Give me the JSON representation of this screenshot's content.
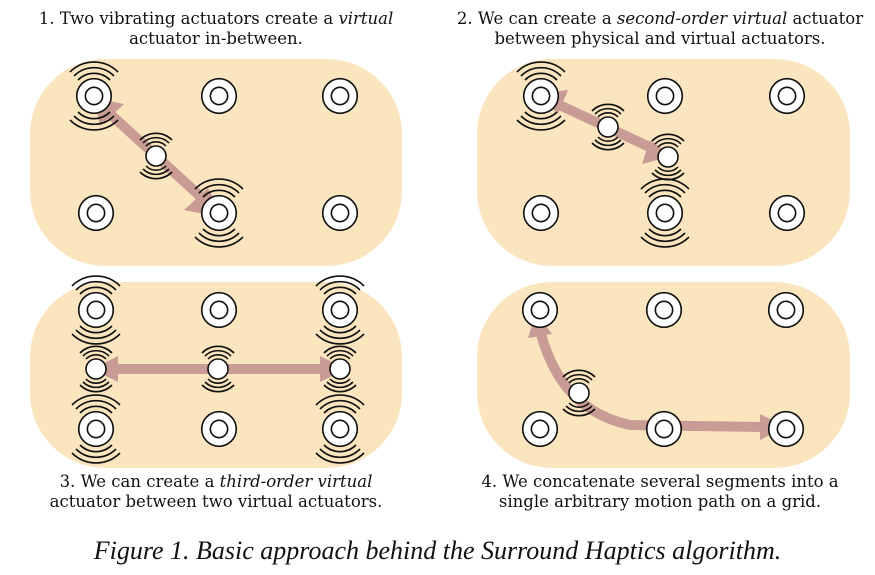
{
  "colors": {
    "panel": "#fae5bf",
    "arrow": "#c89b94",
    "ring": "#111111",
    "actuator_fill": "#ffffff"
  },
  "panels": [
    {
      "caption": {
        "pre": "1. Two vibrating actuators create a ",
        "em": "virtual",
        "post": "",
        "line2": "actuator in-between."
      }
    },
    {
      "caption": {
        "pre": "2. We can create a ",
        "em": "second-order virtual",
        "post": " actuator",
        "line2": "between physical and virtual actuators."
      }
    },
    {
      "caption": {
        "pre": "3. We can create a ",
        "em": "third-order virtual",
        "post": "",
        "line2": "actuator between two virtual actuators."
      }
    },
    {
      "caption": {
        "pre": "4. We concatenate several segments into a",
        "em": "",
        "post": "",
        "line2": "single arbitrary motion path on a grid."
      }
    }
  ],
  "figure_title": "Figure 1. Basic approach behind the Surround Haptics algorithm."
}
